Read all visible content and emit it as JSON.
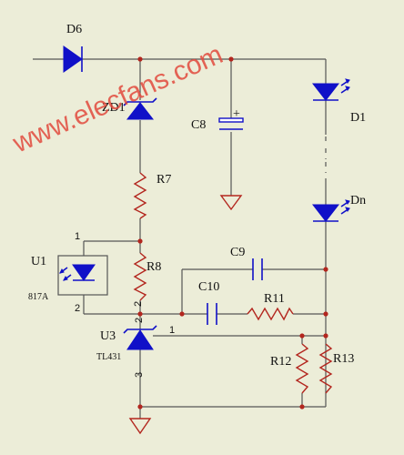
{
  "labels": {
    "d6": "D6",
    "zd1": "ZD1",
    "c8": "C8",
    "c8_plus": "+",
    "d1": "D1",
    "dn": "Dn",
    "r7": "R7",
    "r8": "R8",
    "c9": "C9",
    "c10": "C10",
    "r11": "R11",
    "u1": "U1",
    "u1_part": "817A",
    "u3": "U3",
    "u3_part": "TL431",
    "r12": "R12",
    "r13": "R13"
  },
  "pins": {
    "u1_pin1": "1",
    "u1_pin2": "2",
    "r8_pin2": "2",
    "u3_pin1": "1",
    "u3_pin2": "2",
    "u3_pin3": "3"
  },
  "watermark": "www.elecfans.com",
  "colors": {
    "background": "#ecedd8",
    "component_blue": "#1010c8",
    "resistor_red": "#b3261e",
    "wire": "#555555",
    "watermark": "#e24a3d"
  }
}
